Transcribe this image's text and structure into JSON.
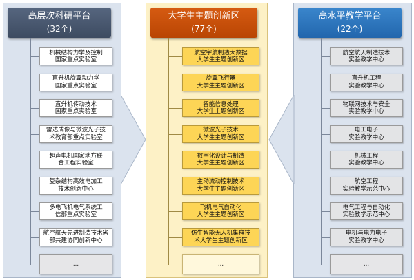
{
  "left": {
    "title": "高层次科研平台",
    "count": "(32个)",
    "items": [
      [
        "机械结构力学及控制",
        "国家重点实验室"
      ],
      [
        "直升机旋翼动力学",
        "国家重点实验室"
      ],
      [
        "直升机传动技术",
        "国家重点实验室"
      ],
      [
        "雷达成像与微波光子技",
        "术教育部重点实验室"
      ],
      [
        "超声电机国家地方联",
        "合工程实验室"
      ],
      [
        "复杂结构高效电加工",
        "技术创新中心"
      ],
      [
        "多电飞机电气系统工",
        "信部重点实验室"
      ],
      [
        "航空航天先进制造技术省",
        "部共建协同创新中心"
      ],
      [
        "..."
      ]
    ]
  },
  "middle": {
    "title": "大学生主题创新区",
    "count": "(77个)",
    "items": [
      [
        "航空宇航制造大数据",
        "大学生主题创新区"
      ],
      [
        "旋翼飞行器",
        "大学生主题创新区"
      ],
      [
        "智能信息处理",
        "大学生主题创新区"
      ],
      [
        "微波光子技术",
        "大学生主题创新区"
      ],
      [
        "数字化设计与制造",
        "大学生主题创新区"
      ],
      [
        "主动流动控制技术",
        "大学生主题创新区"
      ],
      [
        "飞机电气自动化",
        "大学生主题创新区"
      ],
      [
        "仿生智能无人机集群技",
        "术大学生主题创新区"
      ],
      [
        "..."
      ]
    ]
  },
  "right": {
    "title": "高水平教学平台",
    "count": "(22个)",
    "items": [
      [
        "航空航天制造技术",
        "实验教学中心"
      ],
      [
        "直升机工程",
        "实验教学中心"
      ],
      [
        "物联网技术与安全",
        "实验教学中心"
      ],
      [
        "电工电子",
        "实验教学中心"
      ],
      [
        "机械工程",
        "实验教学中心"
      ],
      [
        "航空工程",
        "实验教学示范中心"
      ],
      [
        "电气工程与自动化",
        "实验教学示范中心"
      ],
      [
        "电机与电力电子",
        "实验教学中心"
      ],
      [
        "..."
      ]
    ]
  },
  "colors": {
    "left_header": "#3d4b61",
    "middle_header": "#b94503",
    "right_header": "#2266ad",
    "middle_item": "#fdd556",
    "side_panel": "#dbe3ee",
    "middle_panel": "#fdf1c6"
  }
}
